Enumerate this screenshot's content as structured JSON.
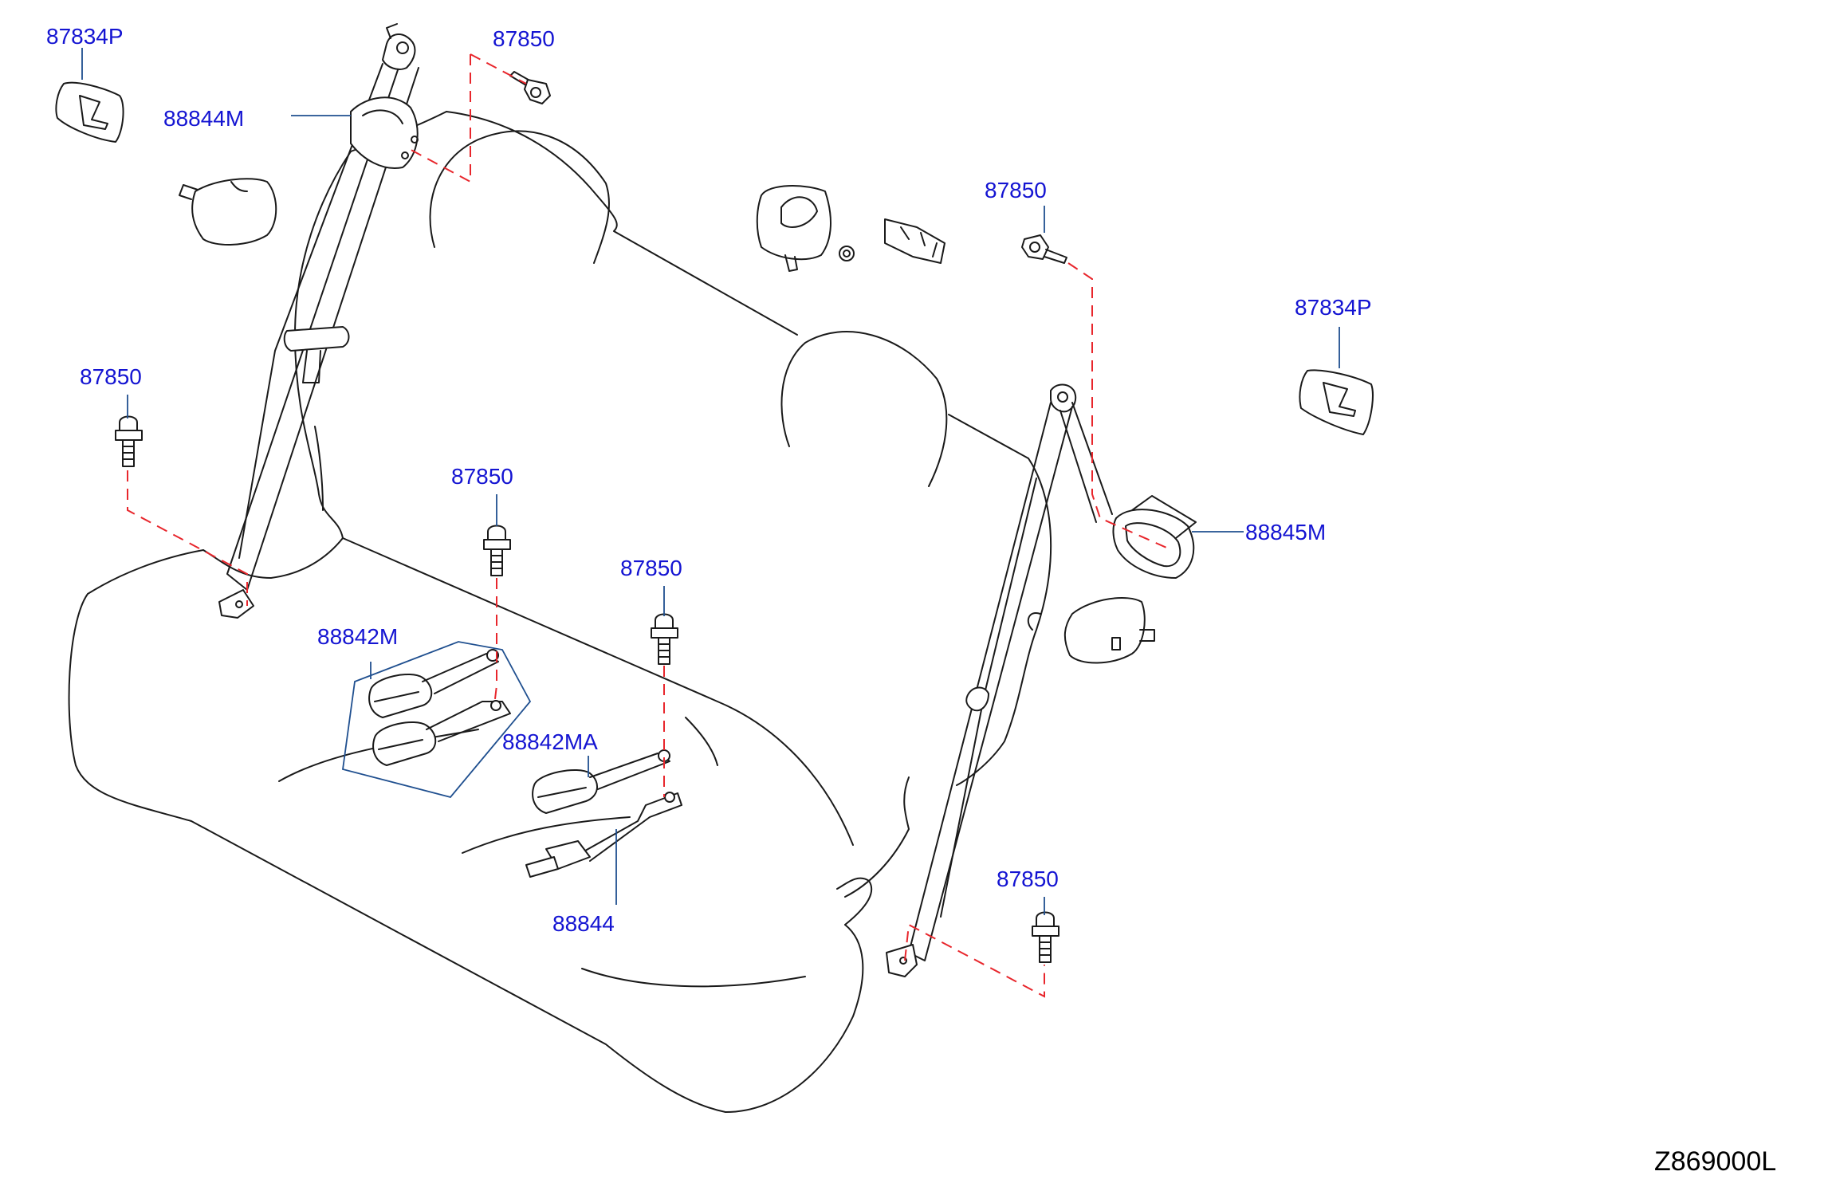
{
  "diagram": {
    "labels": {
      "l1": "87834P",
      "l2": "87850",
      "l3": "88844M",
      "l4": "87850",
      "l5": "87834P",
      "l6": "87850",
      "l7": "87850",
      "l8": "88845M",
      "l9": "87850",
      "l10": "88842M",
      "l11": "88842MA",
      "l12": "88844",
      "l13": "87850"
    },
    "figure_code": "Z869000L",
    "colors": {
      "label": "#1414d2",
      "leader": "#1f4f8f",
      "hidden_line": "#e8262c",
      "outline": "#1a1a1a"
    }
  }
}
